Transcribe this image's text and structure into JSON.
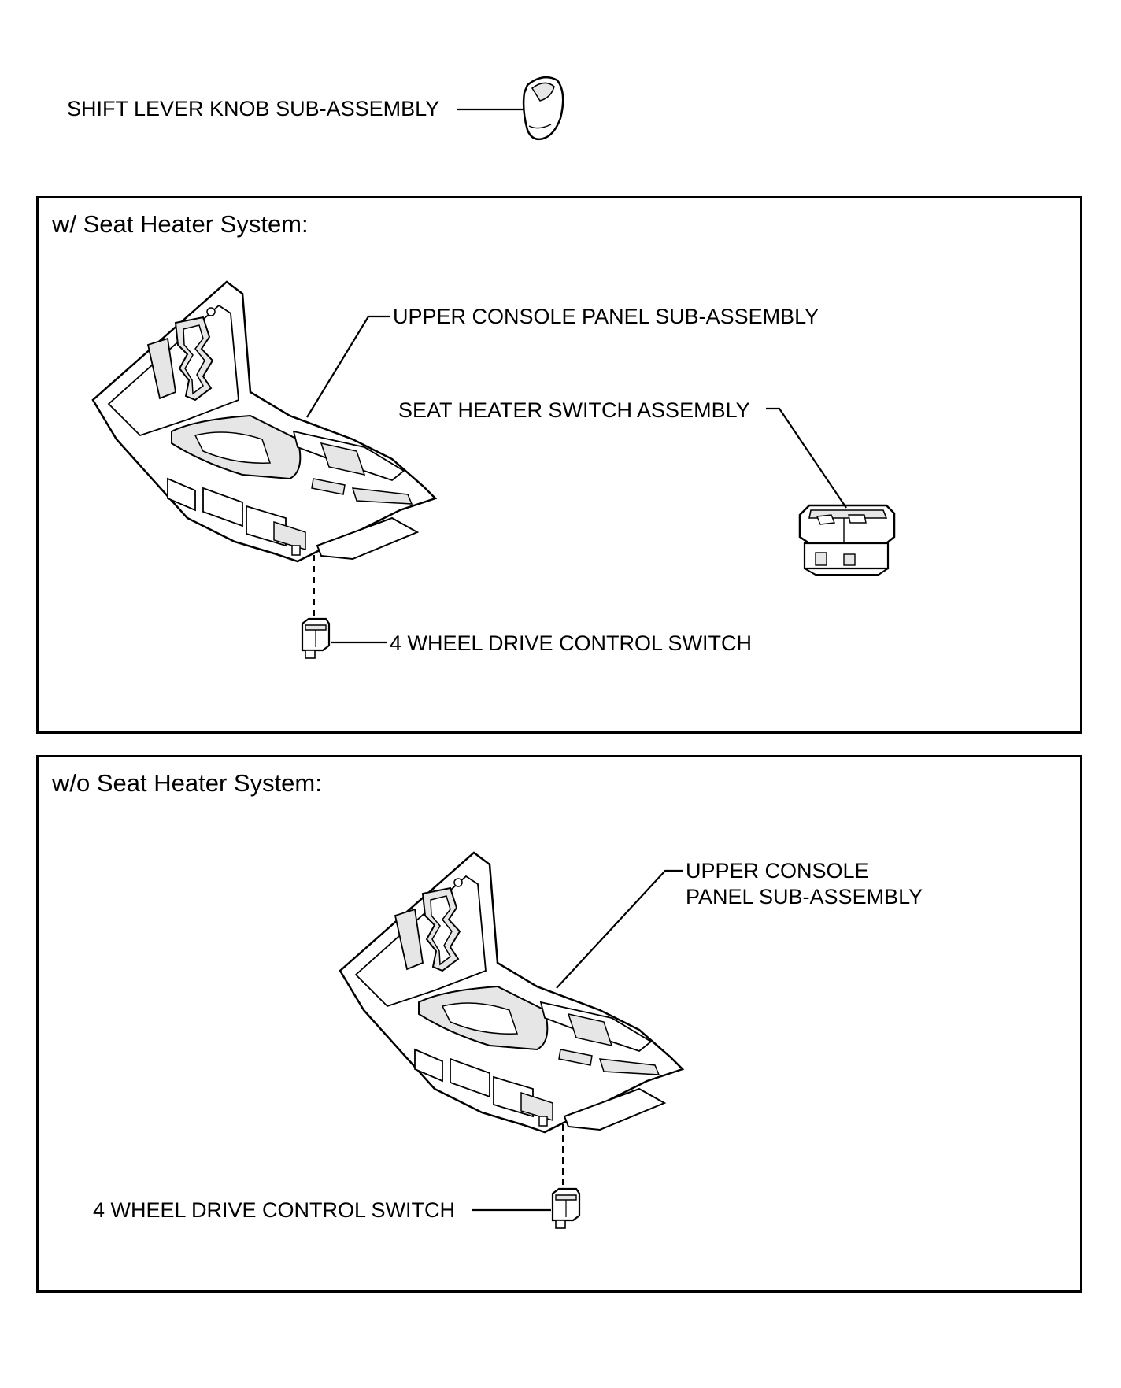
{
  "top": {
    "knob_label": "SHIFT LEVER KNOB SUB-ASSEMBLY"
  },
  "panel_with": {
    "heading": "w/ Seat Heater System:",
    "upper_console_label": "UPPER CONSOLE PANEL SUB-ASSEMBLY",
    "seat_heater_switch_label": "SEAT HEATER SWITCH ASSEMBLY",
    "four_wd_switch_label": "4 WHEEL DRIVE CONTROL SWITCH"
  },
  "panel_without": {
    "heading": "w/o Seat Heater System:",
    "upper_console_label_line1": "UPPER CONSOLE",
    "upper_console_label_line2": "PANEL SUB-ASSEMBLY",
    "four_wd_switch_label": "4 WHEEL DRIVE CONTROL SWITCH"
  },
  "colors": {
    "line": "#000000",
    "part_fill": "#ffffff",
    "part_shade": "#e6e6e6"
  }
}
